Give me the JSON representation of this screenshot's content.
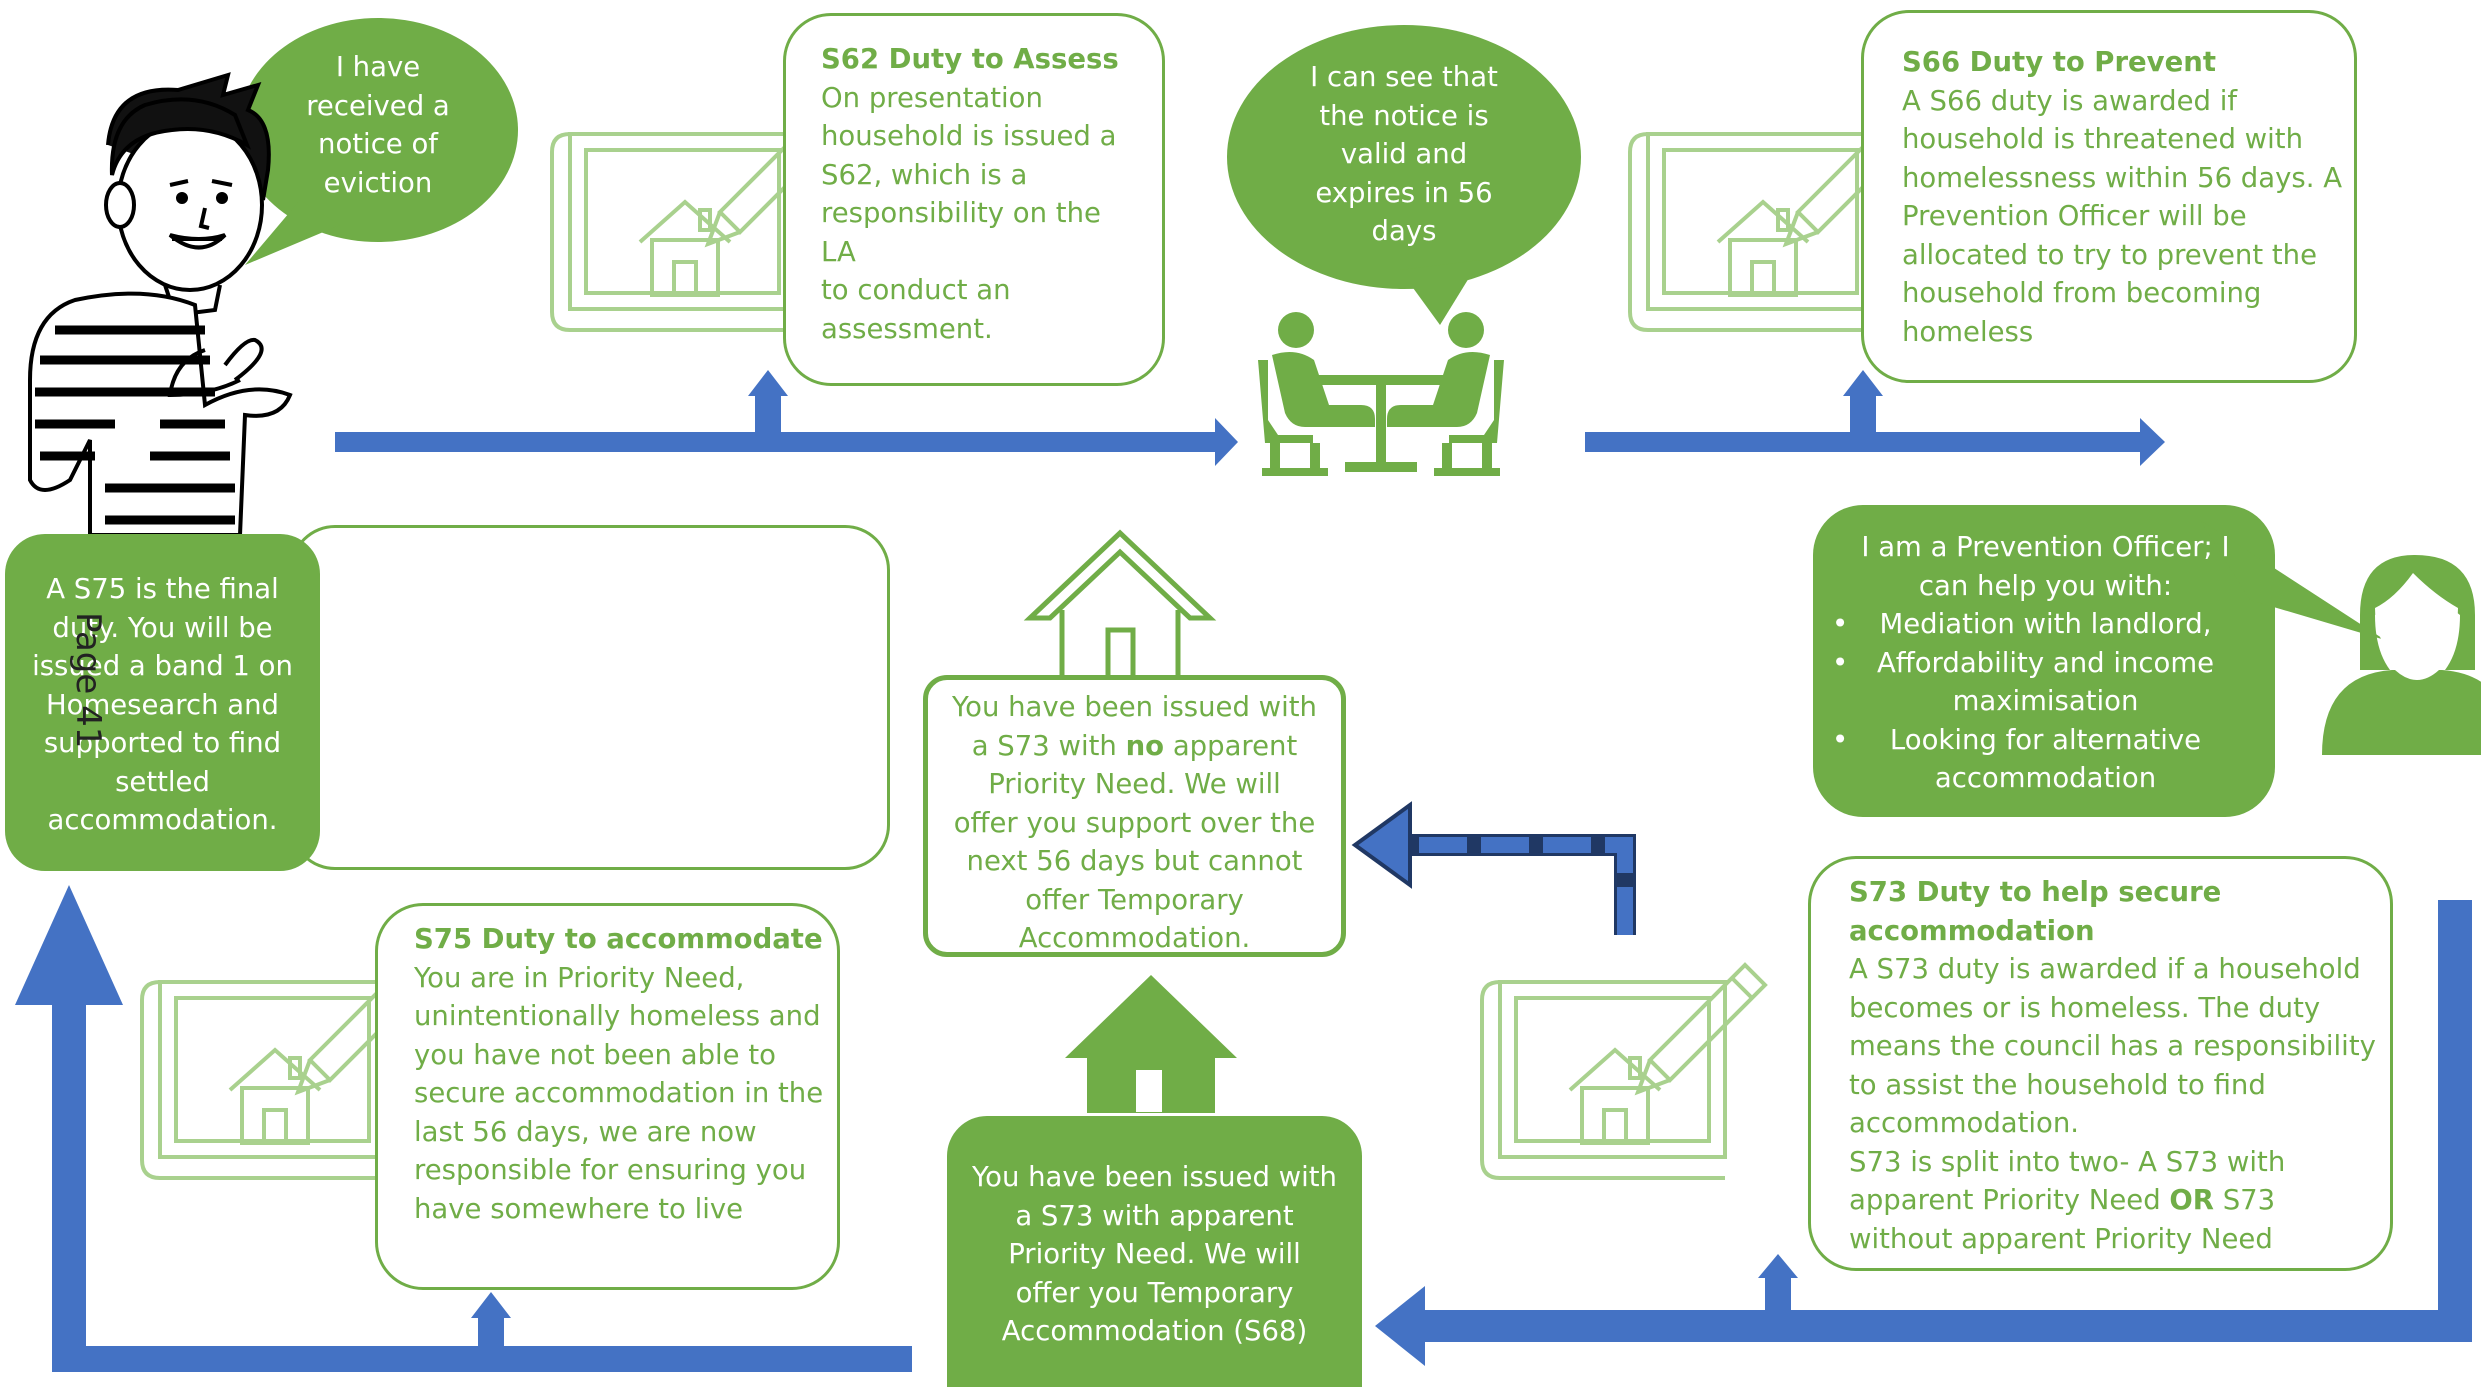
{
  "bubbles": {
    "eviction": [
      "I have",
      "received a",
      "notice of",
      "eviction"
    ],
    "notice_valid": [
      "I can see that",
      "the notice is",
      "valid and",
      "expires in 56",
      "days"
    ],
    "prevention_officer": {
      "intro": [
        "I am a Prevention Officer; I",
        "can help you with:"
      ],
      "items": [
        "Mediation with landlord,",
        "Affordability and income maximisation",
        "Looking for alternative accommodation"
      ]
    }
  },
  "boxes": {
    "s62": {
      "title": "S62 Duty to Assess",
      "body": [
        "On presentation",
        "household is issued a",
        "S62, which is a",
        "responsibility on the LA",
        "to conduct an",
        "assessment."
      ]
    },
    "s66": {
      "title": "S66 Duty to Prevent",
      "body": [
        "A S66 duty is awarded if",
        "household is threatened with",
        "homelessness within 56 days. A",
        "Prevention Officer will be",
        "allocated to try to prevent the",
        "household from becoming",
        "homeless"
      ]
    },
    "s73": {
      "title_lines": [
        "S73 Duty to help secure",
        "accommodation"
      ],
      "body": [
        "A S73 duty is awarded if a household",
        "becomes or is homeless. The duty",
        "means the council has a responsibility",
        "to assist the household to find",
        "accommodation."
      ],
      "split_line1": "S73 is split into two- A S73 with",
      "split_line2_pre": "apparent Priority Need ",
      "split_line2_bold": "OR",
      "split_line2_post": " S73",
      "split_line3": "without apparent Priority Need"
    },
    "s75": {
      "title": "S75 Duty to accommodate",
      "body": [
        "You are in Priority Need,",
        "unintentionally homeless and",
        "you have not been able to",
        "secure accommodation in the",
        "last 56 days, we are now",
        "responsible for  ensuring you",
        "have somewhere to live"
      ]
    },
    "s75_final": [
      "A S75 is the final",
      "duty. You will be",
      "issued a band 1 on",
      "Homesearch and",
      "supported to find",
      "settled",
      "accommodation."
    ],
    "no_priority": {
      "line1": "You have been issued with",
      "line2_pre": "a S73 with ",
      "line2_bold": "no",
      "line2_post": " apparent",
      "rest": [
        "Priority Need. We will",
        "offer you support over the",
        "next 56 days but cannot",
        "offer Temporary",
        "Accommodation."
      ]
    },
    "with_priority": [
      "You have been issued with",
      "a S73 with apparent",
      "Priority Need. We will",
      "offer you Temporary",
      "Accommodation (S68)"
    ]
  },
  "page_label": "Page 41",
  "colors": {
    "green": "#70ad47",
    "blue": "#4472c4",
    "dark_blue": "#203864"
  }
}
